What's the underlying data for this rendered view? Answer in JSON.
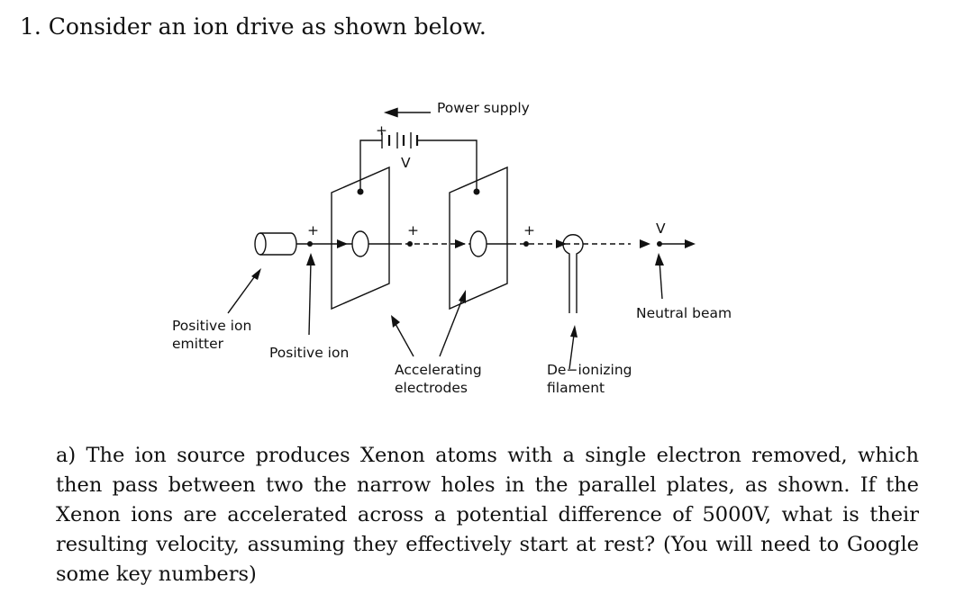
{
  "problem": {
    "heading": "1. Consider an ion drive as shown below."
  },
  "figure": {
    "labels": {
      "power_supply": "Power supply",
      "voltage": "V",
      "plus": "+",
      "emitter_line1": "Positive ion",
      "emitter_line2": "emitter",
      "positive_ion": "Positive ion",
      "electrodes_line1": "Accelerating",
      "electrodes_line2": "electrodes",
      "filament_line1": "De−ionizing",
      "filament_line2": "filament",
      "neutral_beam": "Neutral beam",
      "beam_velocity": "V"
    }
  },
  "question": {
    "text": "a) The ion source produces Xenon atoms with a single electron removed, which then pass between two the narrow holes in the parallel plates, as shown. If the Xenon ions are accelerated across a potential difference of 5000V, what is their resulting velocity, assuming they effectively start at rest? (You will need to Google some key numbers)"
  }
}
